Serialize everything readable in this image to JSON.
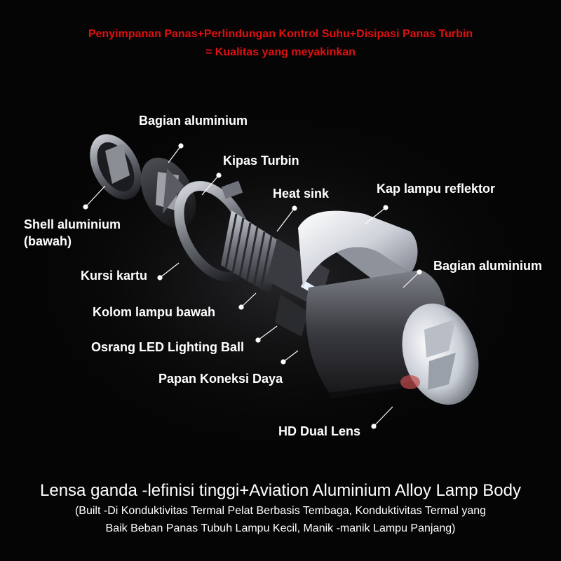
{
  "headline": {
    "line1": "Penyimpanan Panas+Perlindungan Kontrol Suhu+Disipasi Panas Turbin",
    "line2": "= Kualitas yang meyakinkan",
    "color": "#e01010"
  },
  "labels": {
    "aluminium_top": "Bagian aluminium",
    "turbine_fan": "Kipas Turbin",
    "heat_sink": "Heat sink",
    "reflector_cap": "Kap lampu reflektor",
    "shell_line1": "Shell aluminium",
    "shell_line2": "(bawah)",
    "aluminium_right": "Bagian aluminium",
    "card_seat": "Kursi kartu",
    "lower_column": "Kolom lampu bawah",
    "led_ball": "Osrang LED Lighting Ball",
    "power_board": "Papan Koneksi Daya",
    "dual_lens": "HD Dual Lens"
  },
  "footer": {
    "title": "Lensa ganda -lefinisi tinggi+Aviation Aluminium Alloy Lamp Body",
    "line1": "(Built -Di Konduktivitas Termal Pelat Berbasis Tembaga, Konduktivitas Termal yang",
    "line2": "Baik Beban Panas Tubuh Lampu Kecil, Manik -manik Lampu Panjang)"
  }
}
